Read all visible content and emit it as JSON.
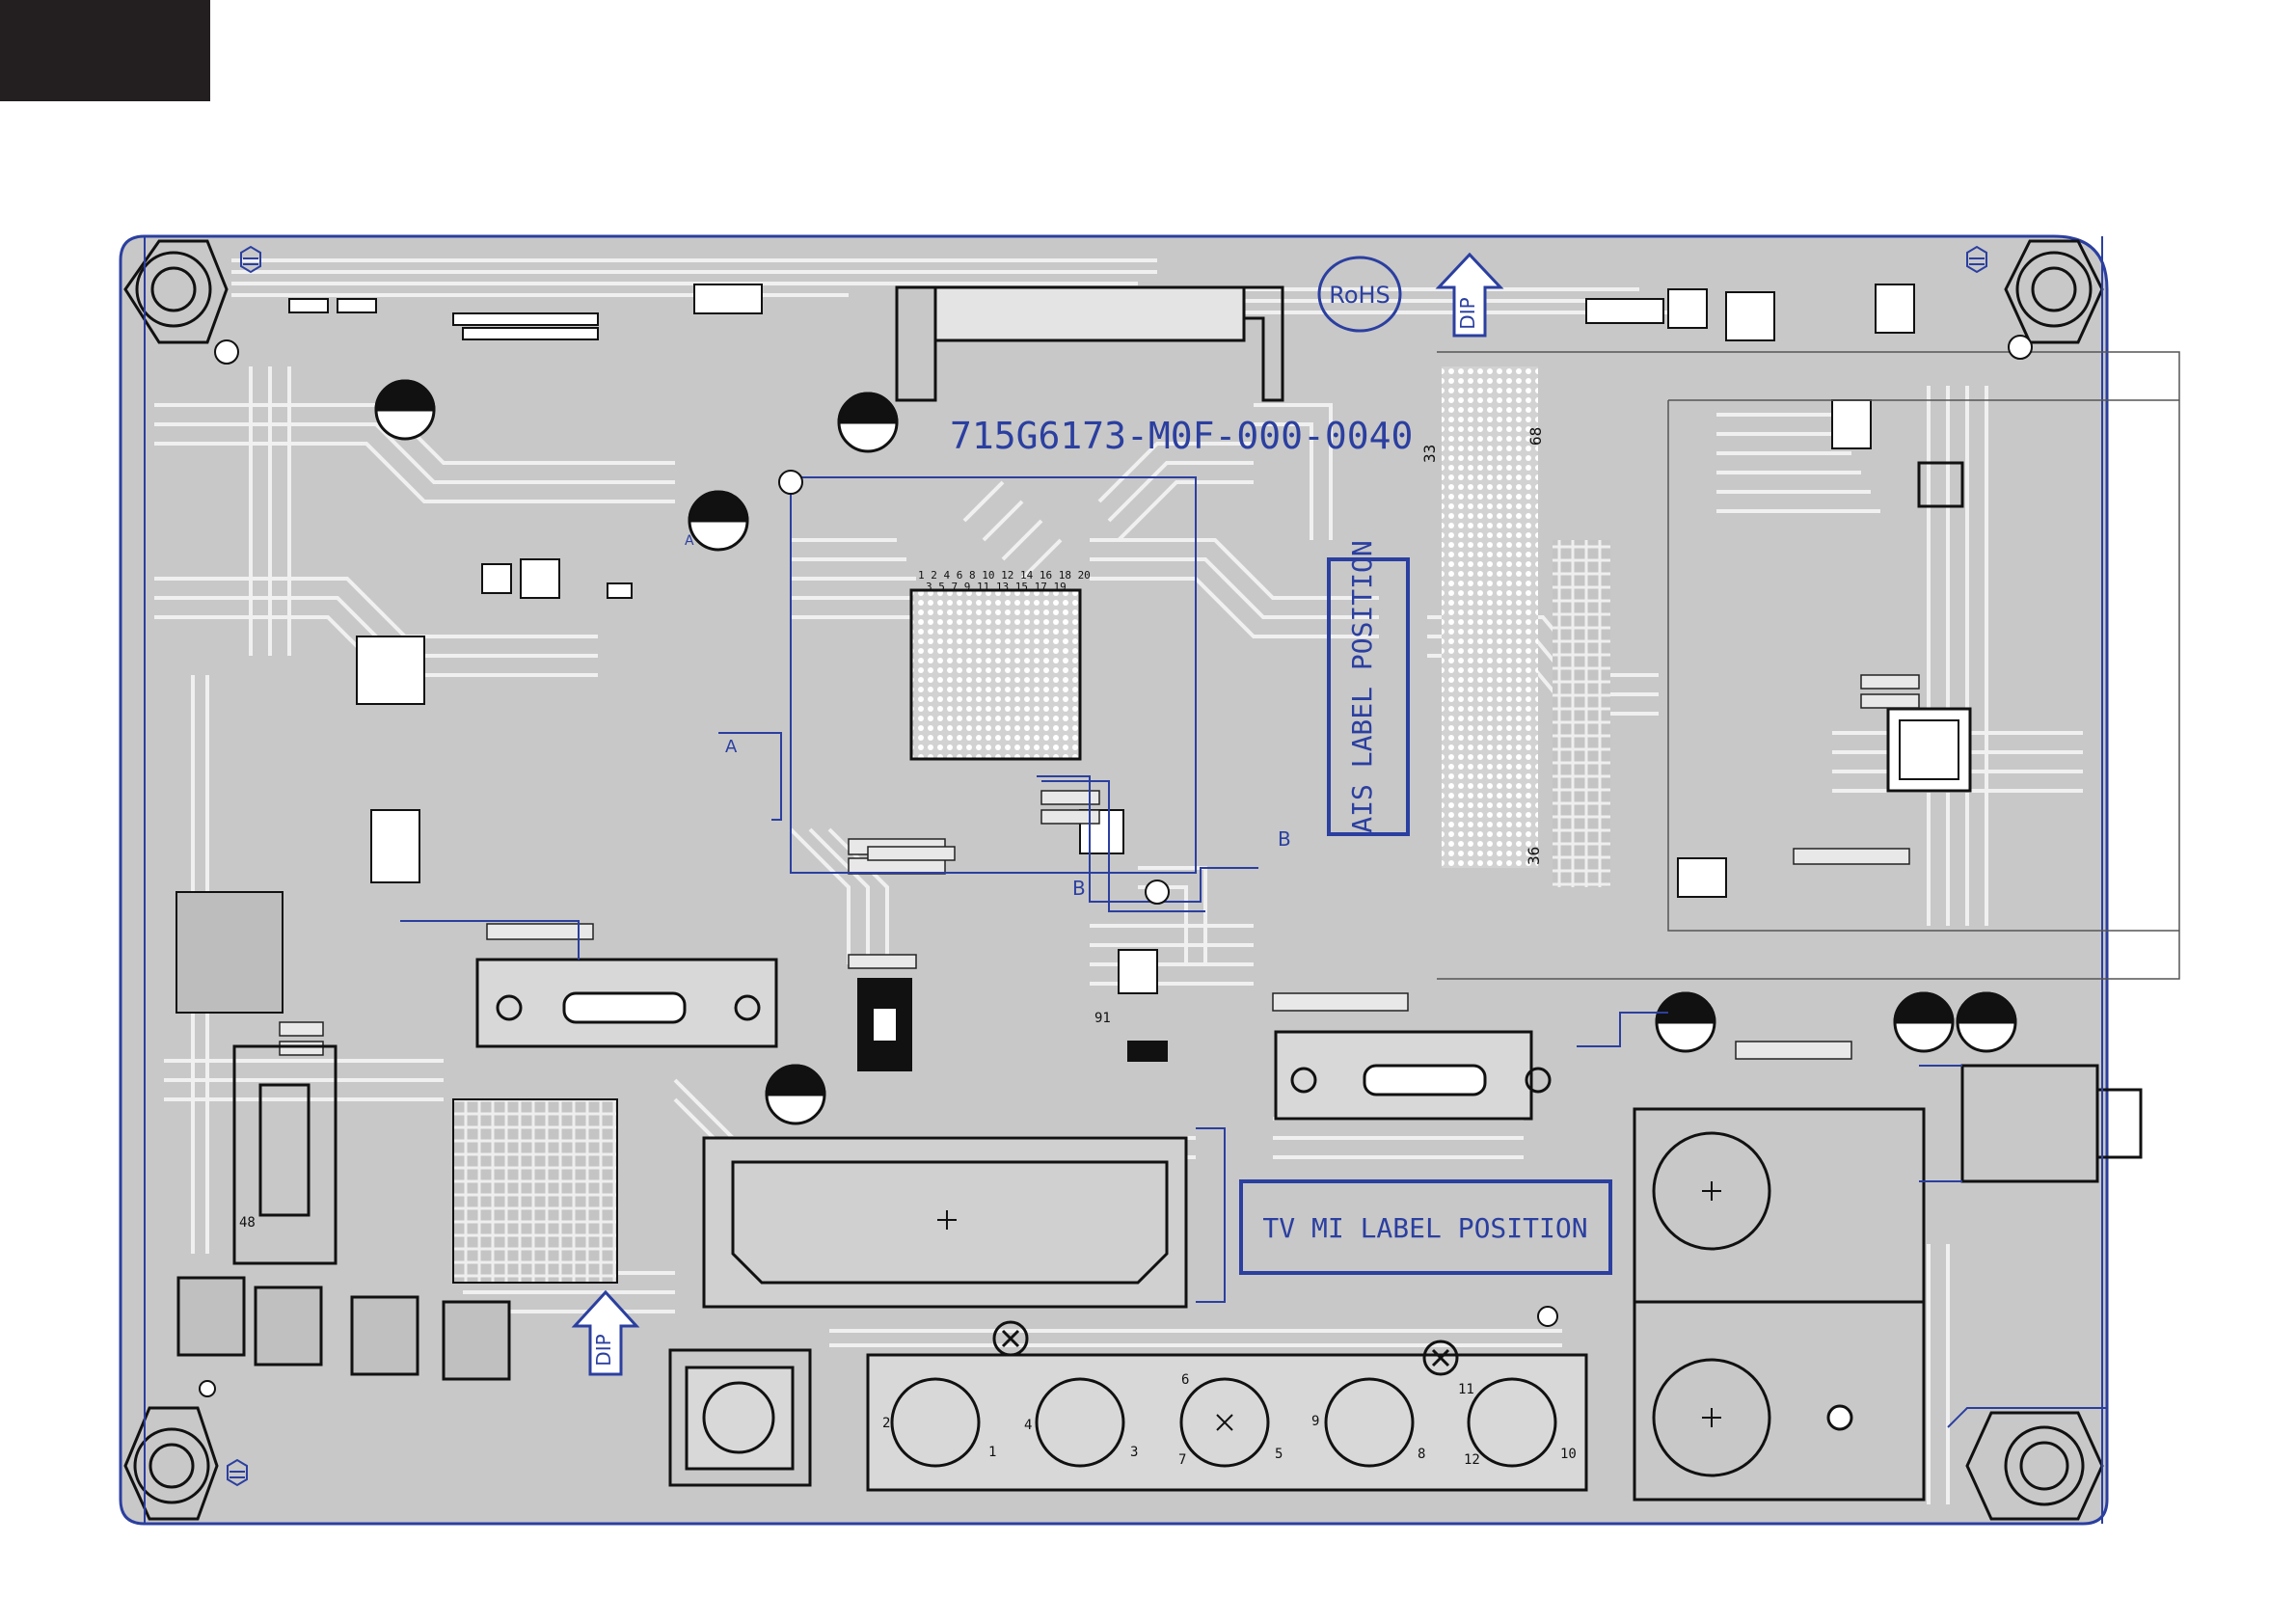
{
  "board": {
    "part_number": "715G6173-M0F-000-0040",
    "rohs_mark": "RoHS",
    "dip_mark": "DIP",
    "ais_label": "AIS LABEL POSITION",
    "tvm_label": "TV MI LABEL POSITION",
    "region_a": "A",
    "region_b": "B"
  },
  "silkscreen": {
    "pin_row_top": "1 2 4 6 8 10 12 14 16 18 20",
    "pin_row_bottom": "3 5 7 9 11 13 15 17 19",
    "connector_pins": [
      "1",
      "2",
      "3",
      "4",
      "5",
      "6",
      "7",
      "8",
      "9",
      "10",
      "11",
      "12"
    ],
    "ref_33": "33",
    "ref_68": "68",
    "ref_36": "36",
    "ref_48": "48",
    "ref_91": "91"
  },
  "colors": {
    "board_fill": "#c8c8c8",
    "trace": "#f2f2f2",
    "outline_blue": "#2b3fa0",
    "component_black": "#111111",
    "corner_block": "#231f20"
  },
  "icons": [
    "mounting-hole-icon",
    "screw-icon",
    "electrolytic-capacitor-icon",
    "hdmi-connector-icon",
    "chip-icon"
  ]
}
